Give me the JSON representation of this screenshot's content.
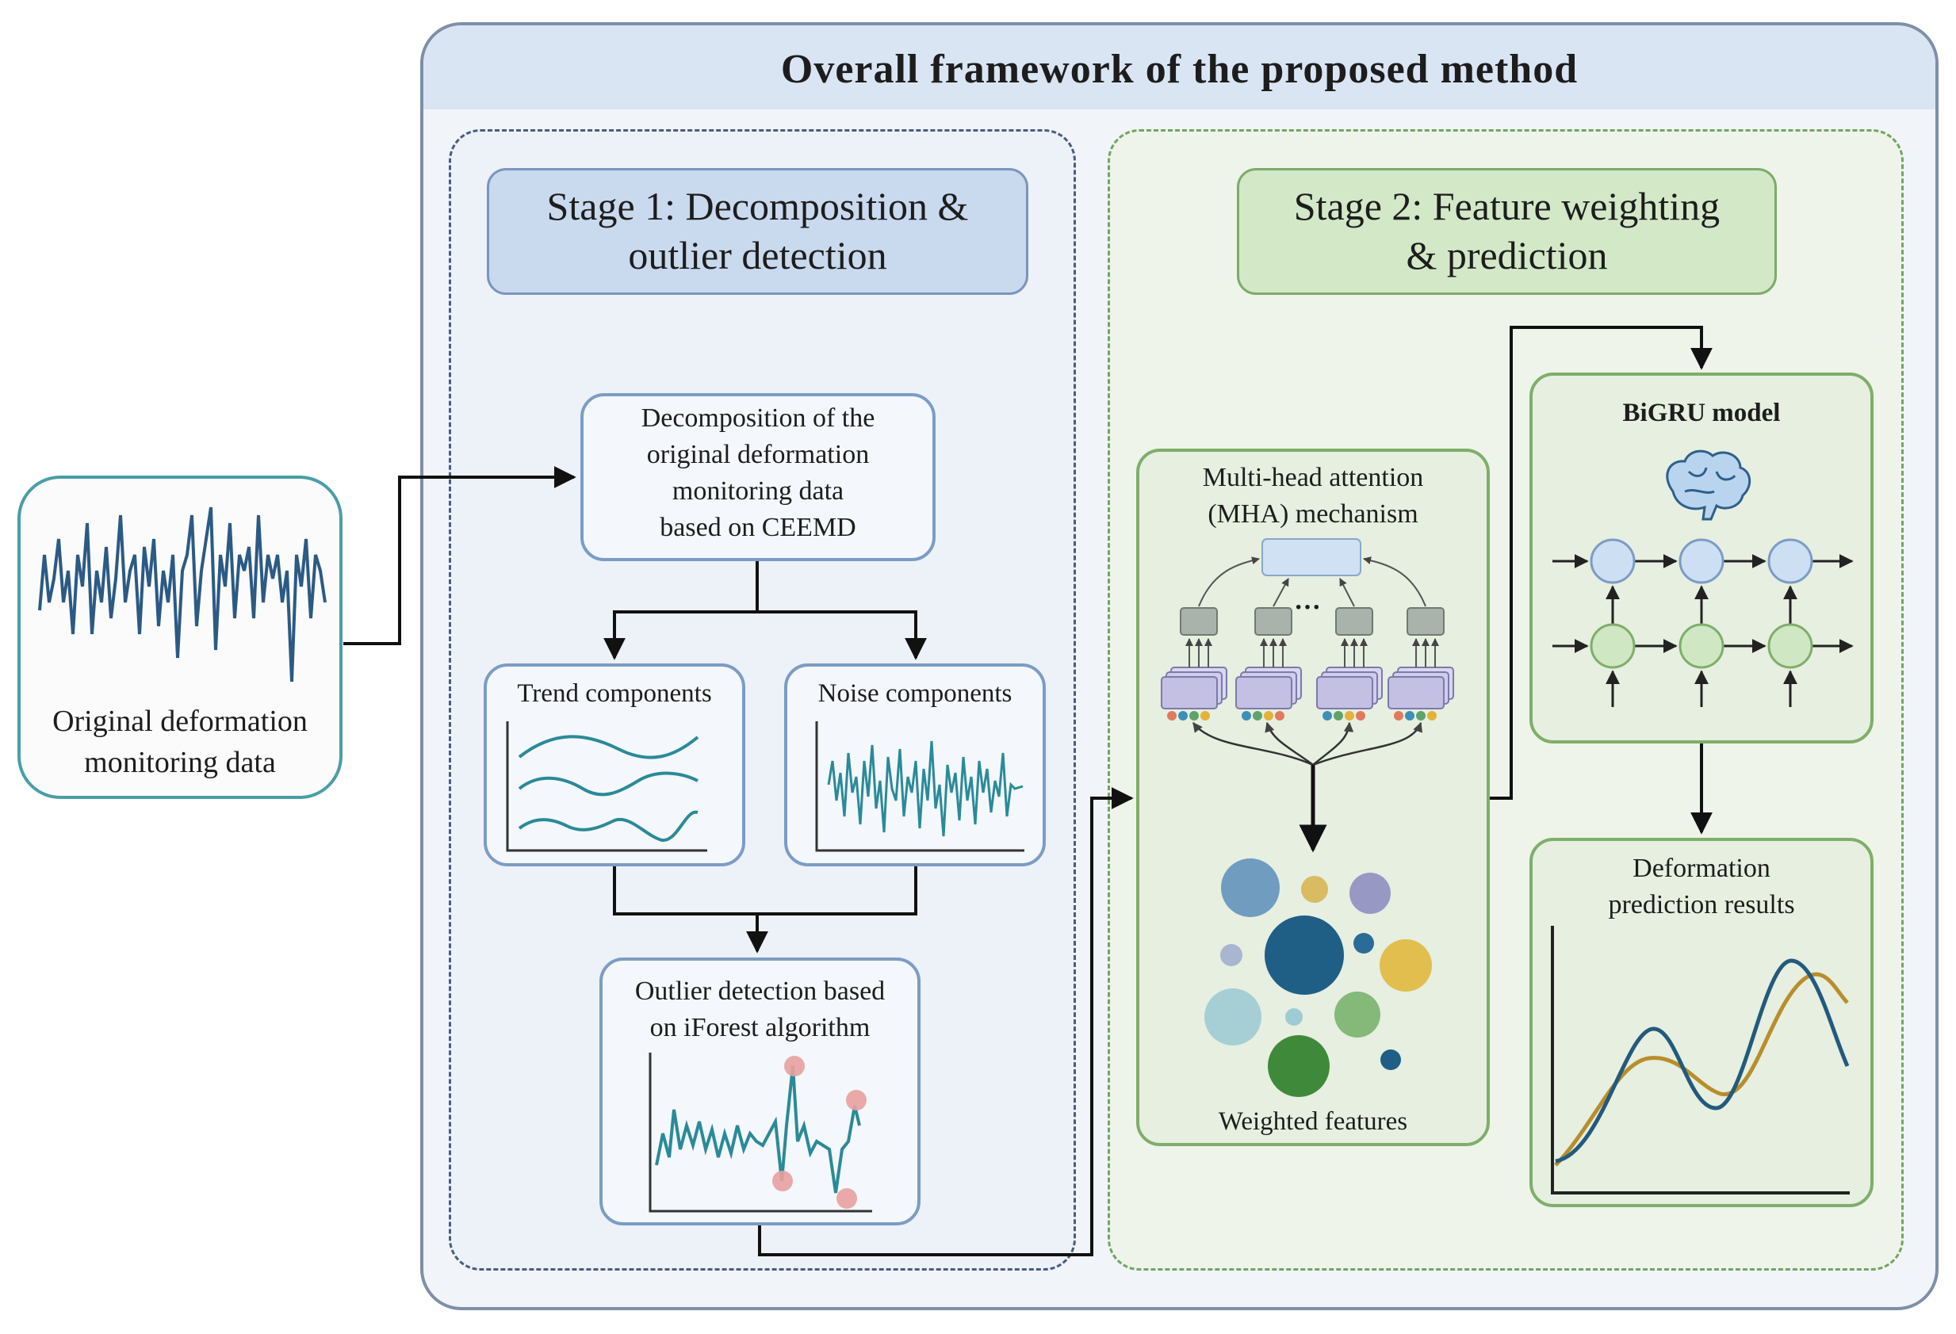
{
  "title": "Overall framework of the proposed method",
  "input": {
    "label_line1": "Original deformation",
    "label_line2": "monitoring data"
  },
  "stage1": {
    "header_line1": "Stage 1: Decomposition &",
    "header_line2": "outlier detection",
    "decomposition": [
      "Decomposition of the",
      "original deformation",
      "monitoring data",
      "based on CEEMD"
    ],
    "trend": "Trend components",
    "noise": "Noise components",
    "outlier": [
      "Outlier detection based",
      "on iForest algorithm"
    ]
  },
  "stage2": {
    "header_line1": "Stage 2: Feature weighting",
    "header_line2": "& prediction",
    "mha": [
      "Multi-head attention",
      "(MHA) mechanism"
    ],
    "ellipsis": "···",
    "weighted": "Weighted features",
    "bigru": "BiGRU model",
    "results": [
      "Deformation",
      "prediction results"
    ]
  },
  "colors": {
    "stage1_dashed": "#485d80",
    "stage2_dashed": "#74a462",
    "signal": "#2b5a84",
    "noise_signal": "#2a8a98",
    "outlier_marker": "#e8a0a0",
    "prediction_blue": "#235a7c",
    "prediction_gold": "#b88e2c"
  },
  "icons": [
    "brain-icon"
  ]
}
